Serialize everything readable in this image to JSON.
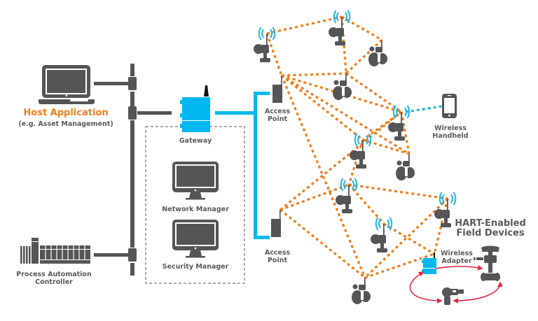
{
  "diagram": {
    "type": "wirelesshart-network-topology",
    "labels": {
      "host_application": "Host Application",
      "host_application_sub": "(e.g. Asset Management)",
      "process_controller_line1": "Process Automation",
      "process_controller_line2": "Controller",
      "gateway": "Gateway",
      "network_manager": "Network Manager",
      "security_manager": "Security Manager",
      "access_point_1_line1": "Access",
      "access_point_1_line2": "Point",
      "access_point_2_line1": "Access",
      "access_point_2_line2": "Point",
      "wireless_handheld_line1": "Wireless",
      "wireless_handheld_line2": "Handheld",
      "field_devices_line1": "HART-Enabled",
      "field_devices_line2": "Field Devices",
      "wireless_adapter_line1": "Wireless",
      "wireless_adapter_line2": "Adapter"
    },
    "colors": {
      "device_gray": "#555558",
      "gateway_blue": "#00b7f1",
      "mesh_orange": "#f07e1b",
      "wired_red": "#e8203a",
      "host_label_orange": "#f07e1b",
      "text_gray": "#5a5a5c"
    },
    "nodes": [
      {
        "id": "ap1",
        "kind": "access-point"
      },
      {
        "id": "ap2",
        "kind": "access-point"
      },
      {
        "id": "t1",
        "kind": "wireless-transmitter"
      },
      {
        "id": "t2",
        "kind": "wireless-transmitter"
      },
      {
        "id": "t3",
        "kind": "wireless-transmitter"
      },
      {
        "id": "t4",
        "kind": "wireless-transmitter"
      },
      {
        "id": "t5",
        "kind": "wireless-transmitter"
      },
      {
        "id": "t6",
        "kind": "wireless-transmitter"
      },
      {
        "id": "t7",
        "kind": "wireless-transmitter"
      },
      {
        "id": "v1",
        "kind": "wireless-valve"
      },
      {
        "id": "v2",
        "kind": "wireless-valve"
      },
      {
        "id": "v3",
        "kind": "wireless-valve"
      },
      {
        "id": "v4",
        "kind": "wireless-valve"
      },
      {
        "id": "v5",
        "kind": "wireless-valve"
      },
      {
        "id": "wa",
        "kind": "wireless-adapter"
      },
      {
        "id": "hh",
        "kind": "wireless-handheld"
      }
    ],
    "mesh_links": [
      [
        "t1",
        "t2"
      ],
      [
        "t1",
        "ap1"
      ],
      [
        "t2",
        "v1"
      ],
      [
        "t2",
        "v2"
      ],
      [
        "ap1",
        "v2"
      ],
      [
        "v1",
        "v2"
      ],
      [
        "ap1",
        "t4"
      ],
      [
        "ap1",
        "t3"
      ],
      [
        "ap1",
        "v4"
      ],
      [
        "v2",
        "t4"
      ],
      [
        "t4",
        "t3"
      ],
      [
        "t4",
        "v3"
      ],
      [
        "t3",
        "v3"
      ],
      [
        "t3",
        "t5"
      ],
      [
        "ap1",
        "v5"
      ],
      [
        "ap2",
        "t5"
      ],
      [
        "ap2",
        "t4"
      ],
      [
        "ap2",
        "v5"
      ],
      [
        "t5",
        "t7"
      ],
      [
        "t5",
        "t6"
      ],
      [
        "t6",
        "v5"
      ],
      [
        "t6",
        "wa"
      ],
      [
        "t7",
        "wa"
      ],
      [
        "v5",
        "wa"
      ]
    ],
    "handheld_link": [
      "t4",
      "hh"
    ],
    "wired_loop": [
      "wa",
      "h1",
      "h2"
    ]
  }
}
